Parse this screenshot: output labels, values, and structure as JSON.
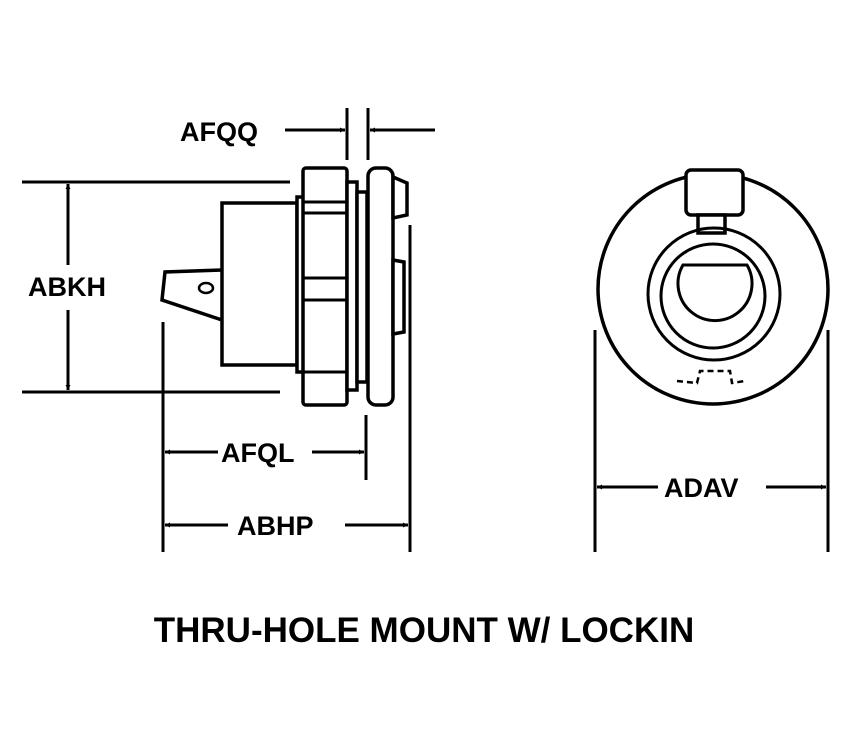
{
  "dimensions": {
    "afqq": "AFQQ",
    "abkh": "ABKH",
    "afql": "AFQL",
    "abhp": "ABHP",
    "adav": "ADAV"
  },
  "title": "THRU-HOLE MOUNT W/ LOCKIN",
  "colors": {
    "line": "#000000",
    "background": "#ffffff"
  }
}
